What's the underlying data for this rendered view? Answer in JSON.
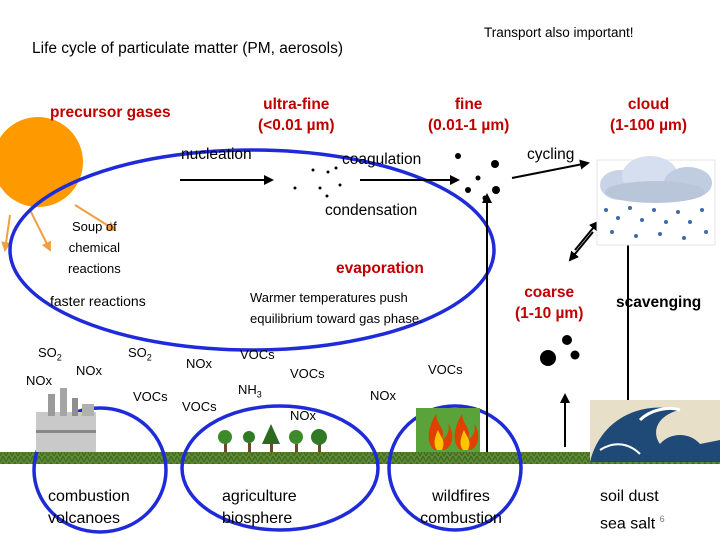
{
  "title": "Life cycle of particulate matter (PM, aerosols)",
  "transport_note": "Transport also important!",
  "size_classes": {
    "precursor": "precursor gases",
    "ultrafine_name": "ultra-fine",
    "ultrafine_range": "(<0.01 µm)",
    "fine_name": "fine",
    "fine_range": "(0.01-1 µm)",
    "cloud_name": "cloud",
    "cloud_range": "(1-100 µm)",
    "coarse_name": "coarse",
    "coarse_range": "(1-10 µm)"
  },
  "processes": {
    "nucleation": "nucleation",
    "coagulation": "coagulation",
    "cycling": "cycling",
    "condensation": "condensation",
    "evaporation": "evaporation",
    "scavenging": "scavenging"
  },
  "notes": {
    "soup_l1": "Soup of",
    "soup_l2": "chemical",
    "soup_l3": "reactions",
    "faster": "faster reactions",
    "warmer_l1": "Warmer temperatures push",
    "warmer_l2": "equilibrium toward gas phase."
  },
  "species": {
    "so2_a": "SO",
    "so2_a_sub": "2",
    "nox_a": "NOx",
    "nox_b": "NOx",
    "so2_b": "SO",
    "so2_b_sub": "2",
    "vocs_a": "VOCs",
    "nox_c": "NOx",
    "vocs_b": "VOCs",
    "vocs_c": "VOCs",
    "nh3": "NH",
    "nh3_sub": "3",
    "vocs_d": "VOCs",
    "nox_d": "NOx",
    "vocs_e": "VOCs",
    "nox_e": "NOx"
  },
  "sources": {
    "s1_l1": "combustion",
    "s1_l2": "volcanoes",
    "s2_l1": "agriculture",
    "s2_l2": "biosphere",
    "s3_l1": "wildfires",
    "s3_l2": "combustion",
    "s4_l1": "soil dust",
    "s4_l2": "sea salt"
  },
  "page_number": "6",
  "colors": {
    "sun": "#ff9900",
    "label_red": "#c00000",
    "ellipse_blue": "#1f2bd8",
    "arrow": "#000000",
    "ground_green": "#4a7a2a"
  },
  "icons": [
    "sun-icon",
    "factory-icon",
    "tree-icon",
    "fire-icon",
    "cloud-rain-icon",
    "wave-icon"
  ]
}
